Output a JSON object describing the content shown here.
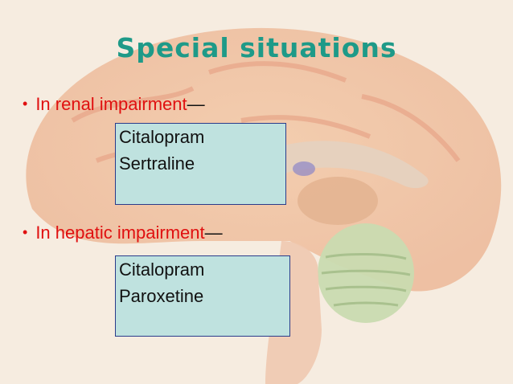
{
  "slide": {
    "title": "Special situations",
    "sections": [
      {
        "bullet": "•",
        "label": "In renal impairment",
        "dash": "—",
        "drugs": [
          "Citalopram",
          "Sertraline"
        ]
      },
      {
        "bullet": "•",
        "label": "In hepatic impairment",
        "dash": "—",
        "drugs": [
          "Citalopram",
          "Paroxetine"
        ]
      }
    ]
  },
  "colors": {
    "title": "#1e9a88",
    "bullet_text": "#e01010",
    "box_fill": "#bfe2df",
    "box_border": "#2a3b8a",
    "background": "#f6ece0"
  }
}
